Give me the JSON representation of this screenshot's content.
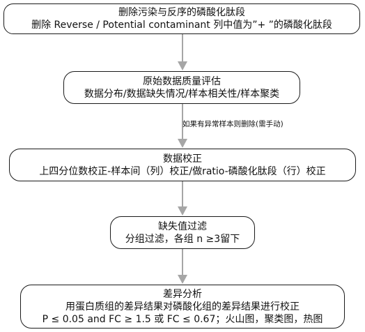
{
  "nodes": [
    {
      "id": "filter-contaminants",
      "lines": [
        "删除污染与反序的磷酸化肽段",
        "删除 Reverse / Potential contaminant 列中值为”+ ”的磷酸化肽段"
      ]
    },
    {
      "id": "raw-quality",
      "lines": [
        "原始数据质量评估",
        "数据分布/数据缺失情况/样本相关性/样本聚类"
      ]
    },
    {
      "id": "normalization",
      "lines": [
        "数据校正",
        "上四分位数校正-样本间（列）校正/做ratio-磷酸化肽段（行）校正"
      ]
    },
    {
      "id": "missing-filter",
      "lines": [
        "缺失值过滤",
        "分组过滤，各组 n ≥3留下"
      ]
    },
    {
      "id": "differential",
      "lines": [
        "差异分析",
        "用蛋白质组的差异结果对磷酸化组的差异结果进行校正",
        "P ≤ 0.05 and FC ≥ 1.5 或 FC ≤ 0.67；火山图，聚类图，热图"
      ]
    }
  ],
  "edges": [
    {
      "from": "filter-contaminants",
      "to": "raw-quality",
      "label": ""
    },
    {
      "from": "raw-quality",
      "to": "normalization",
      "label": "如果有异常样本则删除(需手动)"
    },
    {
      "from": "normalization",
      "to": "missing-filter",
      "label": ""
    },
    {
      "from": "missing-filter",
      "to": "differential",
      "label": ""
    }
  ],
  "colors": {
    "node_border": "#1a1a1a",
    "arrow": "#a6a6a6",
    "text": "#111111",
    "background": "#ffffff"
  }
}
